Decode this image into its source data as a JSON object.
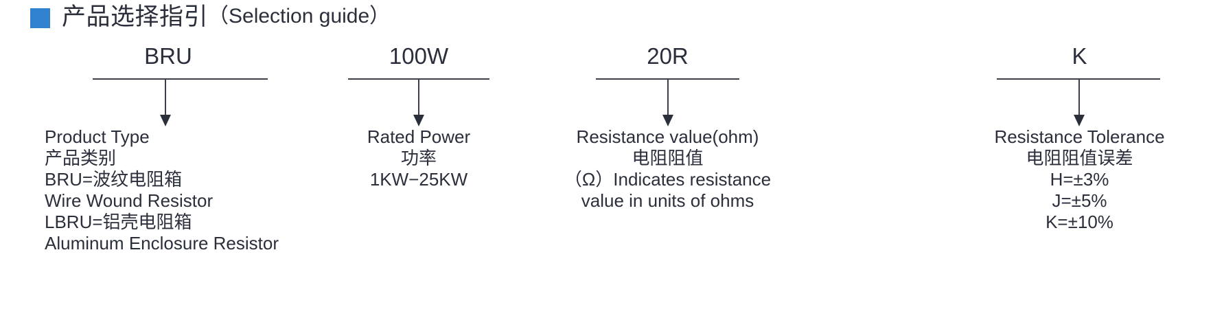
{
  "header": {
    "marker_color": "#3182CE",
    "title_cn": "产品选择指引",
    "title_en": "（Selection guide）"
  },
  "columns": [
    {
      "id": "product-type",
      "code": "BRU",
      "align": "left",
      "lines": [
        "Product Type",
        "产品类别",
        "BRU=波纹电阻箱",
        "Wire Wound Resistor",
        "LBRU=铝壳电阻箱",
        "Aluminum Enclosure Resistor"
      ]
    },
    {
      "id": "rated-power",
      "code": "100W",
      "align": "center",
      "lines": [
        "Rated Power",
        "功率",
        "1KW−25KW"
      ]
    },
    {
      "id": "resistance-value",
      "code": "20R",
      "align": "center",
      "lines": [
        "Resistance value(ohm)",
        "电阻阻值",
        "（Ω）Indicates resistance",
        "value in units of ohms"
      ]
    },
    {
      "id": "resistance-tolerance",
      "code": "K",
      "align": "center",
      "lines": [
        "Resistance Tolerance",
        "电阻阻值误差",
        "H=±3%",
        "J=±5%",
        "K=±10%"
      ]
    }
  ]
}
